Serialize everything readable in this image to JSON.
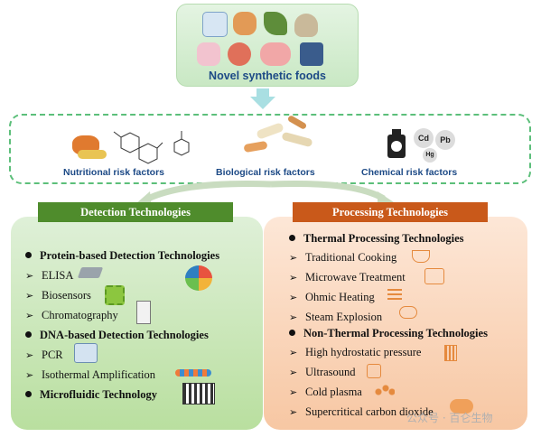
{
  "top": {
    "title": "Novel synthetic foods"
  },
  "risks": [
    {
      "label": "Nutritional risk factors"
    },
    {
      "label": "Biological risk factors"
    },
    {
      "label": "Chemical risk factors"
    }
  ],
  "elements": {
    "cd": "Cd",
    "pb": "Pb",
    "hg": "Hg"
  },
  "detection": {
    "header": "Detection Technologies",
    "items": [
      {
        "text": "Protein-based Detection Technologies"
      },
      {
        "text": "ELISA"
      },
      {
        "text": "Biosensors"
      },
      {
        "text": "Chromatography"
      },
      {
        "text": "DNA-based Detection Technologies"
      },
      {
        "text": "PCR"
      },
      {
        "text": "Isothermal Amplification"
      },
      {
        "text": "Microfluidic Technology"
      }
    ]
  },
  "processing": {
    "header": "Processing Technologies",
    "items": [
      {
        "text": "Thermal Processing Technologies"
      },
      {
        "text": "Traditional Cooking"
      },
      {
        "text": "Microwave Treatment"
      },
      {
        "text": "Ohmic Heating"
      },
      {
        "text": "Steam Explosion"
      },
      {
        "text": "Non-Thermal Processing Technologies"
      },
      {
        "text": "High hydrostatic pressure"
      },
      {
        "text": "Ultrasound"
      },
      {
        "text": "Cold plasma"
      },
      {
        "text": "Supercritical carbon dioxide"
      }
    ]
  },
  "watermark": "公众号 · 百仑生物",
  "colors": {
    "detection_header": "#4f8c2c",
    "processing_header": "#c9591a",
    "title_blue": "#1d4a86",
    "dashed_green": "#5cbf7a"
  }
}
